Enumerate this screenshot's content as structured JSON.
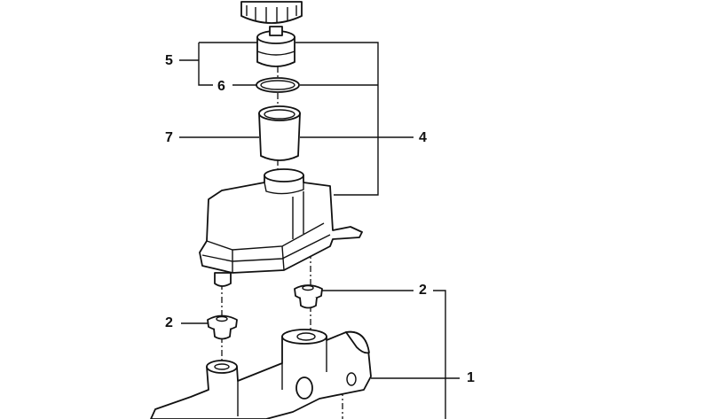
{
  "diagram": {
    "callouts": {
      "c5": "5",
      "c6": "6",
      "c7": "7",
      "c4": "4",
      "c2_right": "2",
      "c2_left": "2",
      "c1": "1"
    },
    "parts": [
      "reservoir-cap",
      "filter-cap",
      "sealing-ring",
      "strainer",
      "expansion-tank",
      "grommet",
      "grommet",
      "brake-master-cylinder"
    ]
  }
}
